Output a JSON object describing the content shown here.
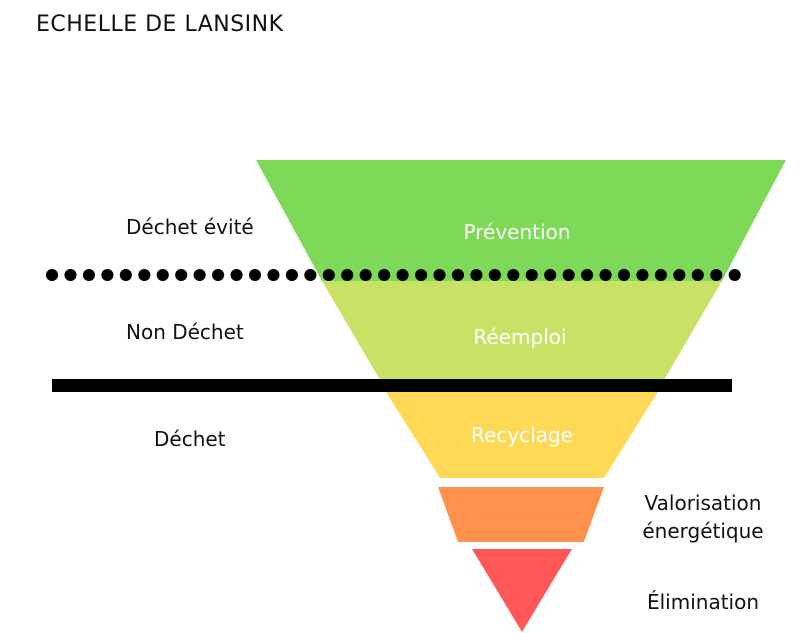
{
  "title": "ECHELLE DE LANSINK",
  "side_labels": {
    "avoided": "Déchet évité",
    "non_waste": "Non Déchet",
    "waste": "Déchet"
  },
  "tiers": [
    {
      "label": "Prévention",
      "color": "#7dd957"
    },
    {
      "label": "Réemploi",
      "color": "#c8e265"
    },
    {
      "label": "Recyclage",
      "color": "#fed956"
    },
    {
      "label": "Valorisation énergétique",
      "color": "#ff914d"
    },
    {
      "label": "Élimination",
      "color": "#ff5757"
    }
  ],
  "right_labels": {
    "energy": "Valorisation énergétique",
    "elimination": "Élimination"
  },
  "separators": {
    "dotted_color": "#000000",
    "solid_color": "#000000"
  }
}
